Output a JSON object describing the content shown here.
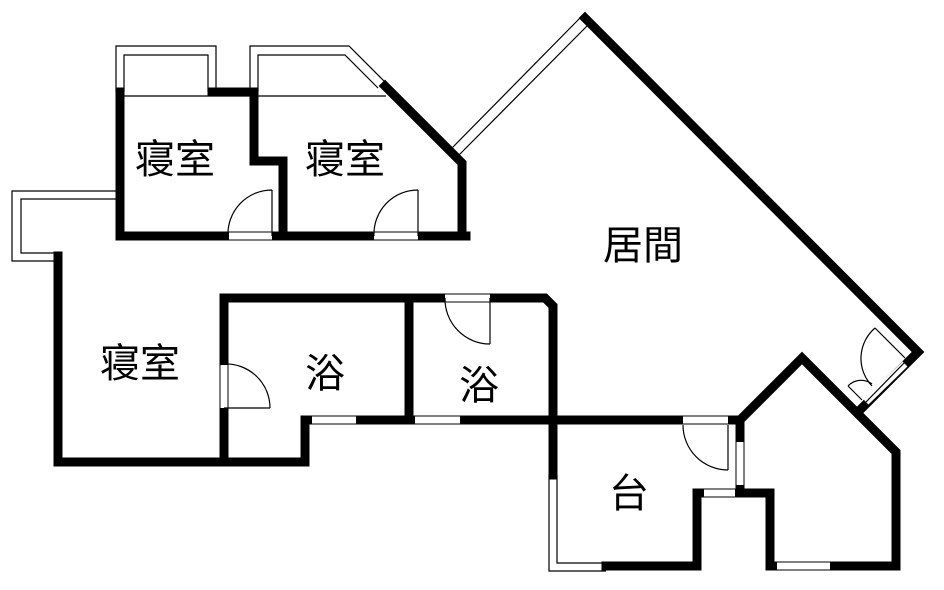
{
  "floor_plan": {
    "rooms": {
      "bedroom_top_left": "寝室",
      "bedroom_top_right": "寝室",
      "bedroom_left": "寝室",
      "living": "居間",
      "bath_1": "浴",
      "bath_2": "浴",
      "kitchen": "台"
    },
    "colors": {
      "wall": "#000000",
      "background": "#ffffff"
    }
  }
}
